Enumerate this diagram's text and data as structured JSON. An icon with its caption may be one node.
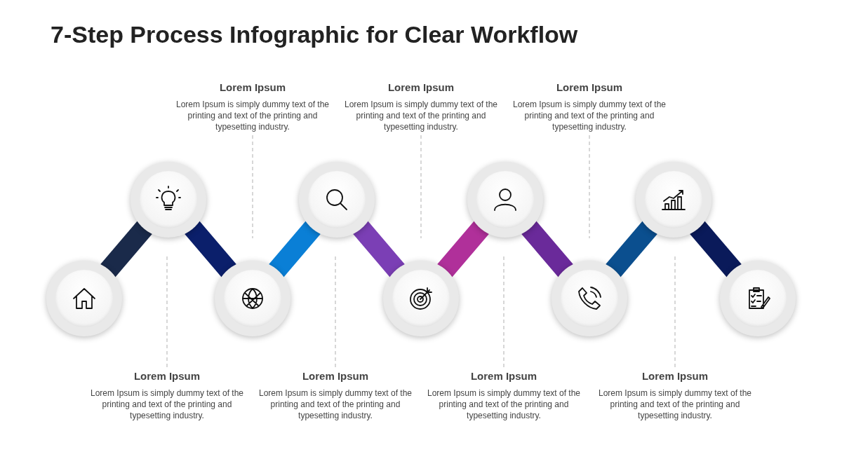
{
  "diagram": {
    "title": "7-Step Process Infographic for Clear Workflow",
    "nodes": [
      {
        "text": [],
        "shape": "circle"
      },
      {
        "text": [],
        "shape": "circle"
      },
      {
        "text": [],
        "shape": "circle"
      },
      {
        "text": [],
        "shape": "circle"
      },
      {
        "text": [],
        "shape": "circle"
      },
      {
        "text": [],
        "shape": "circle"
      },
      {
        "text": [],
        "shape": "circle"
      },
      {
        "text": [],
        "shape": "circle"
      },
      {
        "text": [],
        "shape": "circle"
      },
      {
        "text": [
          "Lorem Ipsum",
          "Lorem Ipsum is simply dummy text of the printing and text of the printing and typesetting industry."
        ]
      },
      {
        "text": [
          "Lorem Ipsum",
          "Lorem Ipsum is simply dummy text of the printing and text of the printing and typesetting industry."
        ]
      },
      {
        "text": [
          "Lorem Ipsum",
          "Lorem Ipsum is simply dummy text of the printing and text of the printing and typesetting industry."
        ]
      },
      {
        "text": [
          "Lorem Ipsum",
          "Lorem Ipsum is simply dummy text of the printing and text of the printing and typesetting industry."
        ]
      },
      {
        "text": [
          "Lorem Ipsum",
          "Lorem Ipsum is simply dummy text of the printing and text of the printing and typesetting industry."
        ]
      },
      {
        "text": [
          "Lorem Ipsum",
          "Lorem Ipsum is simply dummy text of the printing and text of the printing and typesetting industry."
        ]
      },
      {
        "text": [
          "Lorem Ipsum",
          "Lorem Ipsum is simply dummy text of the printing and text of the printing and typesetting industry."
        ]
      }
    ],
    "edges": [
      {
        "from": 0,
        "to": 1,
        "arrow": "none",
        "color": "#1a2a4a"
      },
      {
        "from": 1,
        "to": 2,
        "arrow": "none",
        "color": "#0b1f6b"
      },
      {
        "from": 2,
        "to": 3,
        "arrow": "none",
        "color": "#0a7fd6"
      },
      {
        "from": 3,
        "to": 4,
        "arrow": "none",
        "color": "#7b3fb5"
      },
      {
        "from": 4,
        "to": 5,
        "arrow": "none",
        "color": "#b0309a"
      },
      {
        "from": 5,
        "to": 6,
        "arrow": "none",
        "color": "#6a2a9a"
      },
      {
        "from": 6,
        "to": 7,
        "arrow": "none",
        "color": "#0b4f8f"
      },
      {
        "from": 7,
        "to": 8,
        "arrow": "none",
        "color": "#0a1a5a"
      },
      {
        "from": 9,
        "to": null,
        "arrow": "none",
        "style": "dashed"
      },
      {
        "from": 10,
        "to": null,
        "arrow": "none",
        "style": "dashed"
      },
      {
        "from": 11,
        "to": null,
        "arrow": "none",
        "style": "dashed"
      },
      {
        "from": 12,
        "to": null,
        "arrow": "none",
        "style": "dashed"
      },
      {
        "from": 13,
        "to": null,
        "arrow": "none",
        "style": "dashed"
      },
      {
        "from": 14,
        "to": null,
        "arrow": "none",
        "style": "dashed"
      },
      {
        "from": 15,
        "to": null,
        "arrow": "none",
        "style": "dashed"
      }
    ]
  }
}
